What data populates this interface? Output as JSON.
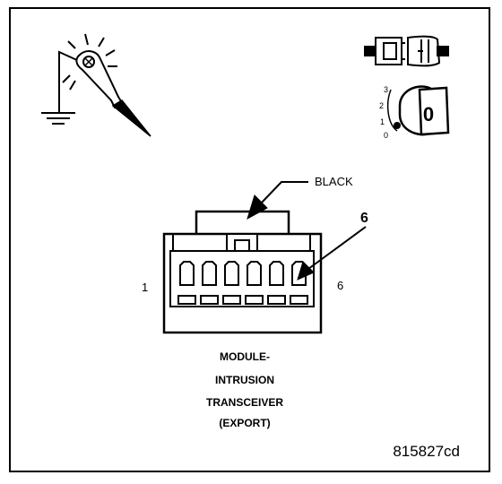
{
  "connector": {
    "color_label": "BLACK",
    "pin_left": "1",
    "pin_right": "6",
    "callout_pin": "6"
  },
  "caption": {
    "line1": "MODULE-",
    "line2": "INTRUSION",
    "line3": "TRANSCEIVER",
    "line4": "(EXPORT)"
  },
  "figure_id": "815827cd",
  "ignition_switch": {
    "positions": [
      "3",
      "2",
      "1",
      "0"
    ],
    "key_label": "0"
  },
  "icons": {
    "test_light": "test-light-probe-icon",
    "disconnected_connector": "disconnected-connector-icon",
    "ignition": "ignition-key-off-icon"
  }
}
